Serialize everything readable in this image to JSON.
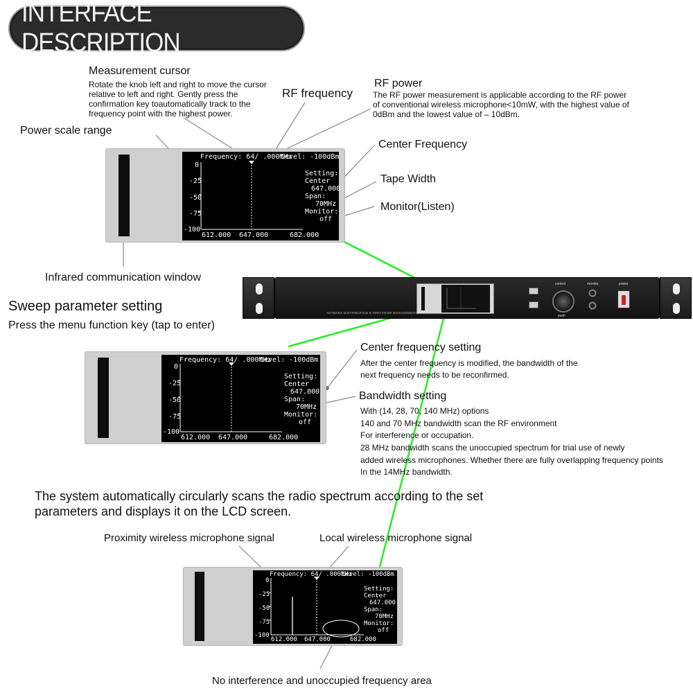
{
  "banner": {
    "title": "INTERFACE DESCRIPTION"
  },
  "callouts": {
    "measurement_cursor": {
      "title": "Measurement cursor",
      "desc": "Rotate the knob left and right to move the cursor relative to left and right. Gently press the confirmation key toautomatically track to the frequency point with the highest power."
    },
    "rf_frequency": {
      "title": "RF frequency"
    },
    "rf_power": {
      "title": "RF power",
      "desc": "The RF power measurement is applicable according to the RF power of conventional wireless microphone<10mW, with the highest value of 0dBm and the lowest value of – 10dBm."
    },
    "power_scale_range": {
      "title": "Power scale range"
    },
    "center_frequency": {
      "title": "Center Frequency"
    },
    "tape_width": {
      "title": "Tape Width"
    },
    "monitor_listen": {
      "title": "Monitor(Listen)"
    },
    "infrared_window": {
      "title": "Infrared communication window"
    }
  },
  "sweep": {
    "title": "Sweep parameter setting",
    "subtitle": "Press the menu function key (tap to enter)"
  },
  "center_freq_setting": {
    "title": "Center frequency setting",
    "desc_lines": [
      "After the center frequency is modified, the bandwidth of the",
      "next frequency needs to be reconfirmed."
    ]
  },
  "bandwidth_setting": {
    "title": "Bandwidth setting",
    "desc_lines": [
      "With (14, 28, 70, 140 MHz) options",
      "140 and 70 MHz bandwidth scan the RF environment",
      "For interference or occupation.",
      "28 MHz bandwidth scans the unoccupied spectrum for trial use of newly",
      "added wireless microphones. Whether there are fully overlapping frequency points",
      "In the 14MHz bandwidth."
    ]
  },
  "system_scan": {
    "lines": [
      "The system automatically circularly scans the radio spectrum according to the set",
      "parameters and displays it on the LCD screen."
    ]
  },
  "bottom_labels": {
    "proximity": "Proximity wireless microphone signal",
    "local": "Local wireless microphone signal",
    "no_interference": "No interference and unoccupied frequency area"
  },
  "lcd": {
    "header_freq": "Frequency: 64/ .000MHz",
    "header_level": "Level: -100dBm",
    "y_ticks": [
      "0",
      "-25",
      "-50",
      "-75",
      "-100"
    ],
    "x_ticks": [
      "612.000",
      "647.000",
      "682.000"
    ],
    "settings": [
      "Setting:",
      "Center",
      "647.000",
      "Span:",
      "70MHz",
      "Monitor:",
      "off"
    ]
  },
  "rack": {
    "model_text": "ANTENNA DISTRIBUTION & SPECTRUM MANAGEMENT SYSTEM",
    "control_label": "control",
    "push_label": "push",
    "monitor_label": "monitor",
    "power_label": "power"
  },
  "colors": {
    "leader_line": "#888888",
    "green_line": "#22ee22",
    "panel": "#cfcfcf"
  }
}
